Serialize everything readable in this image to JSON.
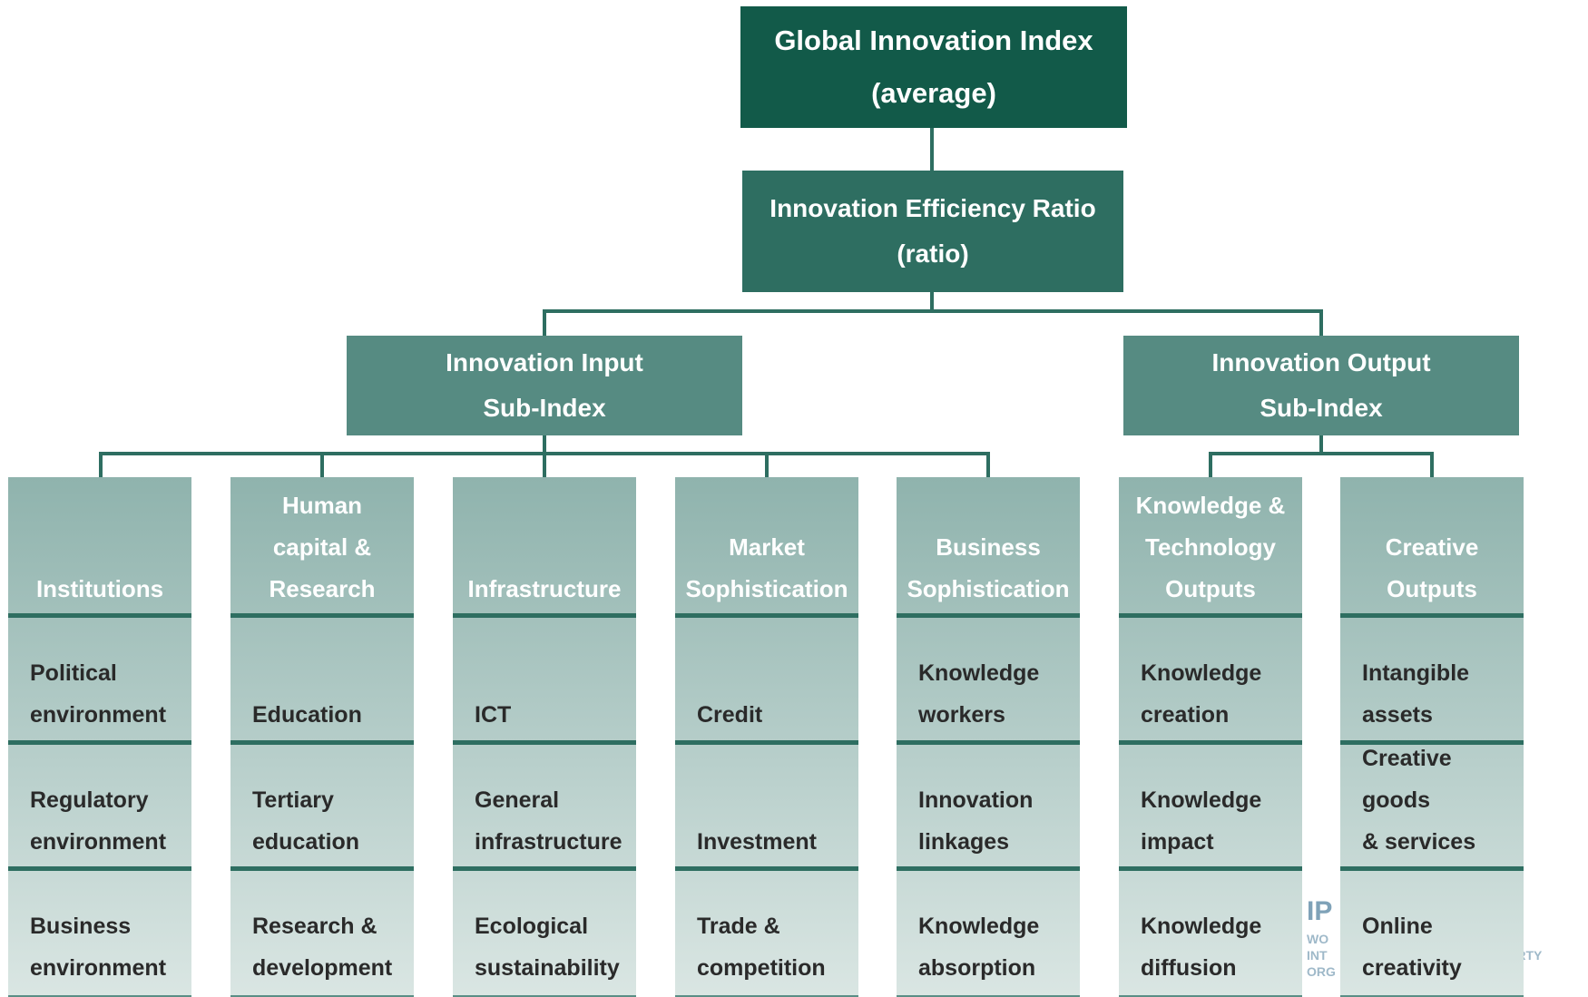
{
  "top": {
    "line1": "Global Innovation Index",
    "line2": "(average)"
  },
  "ratio": {
    "line1": "Innovation Efficiency Ratio",
    "line2": "(ratio)"
  },
  "input": {
    "line1": "Innovation Input",
    "line2": "Sub-Index"
  },
  "output": {
    "line1": "Innovation Output",
    "line2": "Sub-Index"
  },
  "pillars": [
    {
      "title": [
        "Institutions"
      ],
      "items": [
        [
          "Political",
          "environment"
        ],
        [
          "Regulatory",
          "environment"
        ],
        [
          "Business",
          "environment"
        ]
      ]
    },
    {
      "title": [
        "Human",
        "capital &",
        "Research"
      ],
      "items": [
        [
          "Education"
        ],
        [
          "Tertiary",
          "education"
        ],
        [
          "Research &",
          "development"
        ]
      ]
    },
    {
      "title": [
        "Infrastructure"
      ],
      "items": [
        [
          "ICT"
        ],
        [
          "General",
          "infrastructure"
        ],
        [
          "Ecological",
          "sustainability"
        ]
      ]
    },
    {
      "title": [
        "Market",
        "Sophistication"
      ],
      "items": [
        [
          "Credit"
        ],
        [
          "Investment"
        ],
        [
          "Trade &",
          "competition"
        ]
      ]
    },
    {
      "title": [
        "Business",
        "Sophistication"
      ],
      "items": [
        [
          "Knowledge",
          "workers"
        ],
        [
          "Innovation",
          "linkages"
        ],
        [
          "Knowledge",
          "absorption"
        ]
      ]
    },
    {
      "title": [
        "Knowledge &",
        "Technology",
        "Outputs"
      ],
      "items": [
        [
          "Knowledge",
          "creation"
        ],
        [
          "Knowledge",
          "impact"
        ],
        [
          "Knowledge",
          "diffusion"
        ]
      ]
    },
    {
      "title": [
        "Creative",
        "Outputs"
      ],
      "items": [
        [
          "Intangible",
          "assets"
        ],
        [
          "Creative goods",
          "& services"
        ],
        [
          "Online",
          "creativity"
        ]
      ]
    }
  ],
  "logo": {
    "mark": "IP",
    "r1": "WO",
    "r2": "INT",
    "r3": "ORG",
    "r4": "ERTY"
  },
  "colors": {
    "dark": "#125a49",
    "mid": "#2e6e61",
    "sub": "#568b82",
    "pillar_top": "#8fb3ad",
    "pillar_bottom": "#dae6e3"
  }
}
